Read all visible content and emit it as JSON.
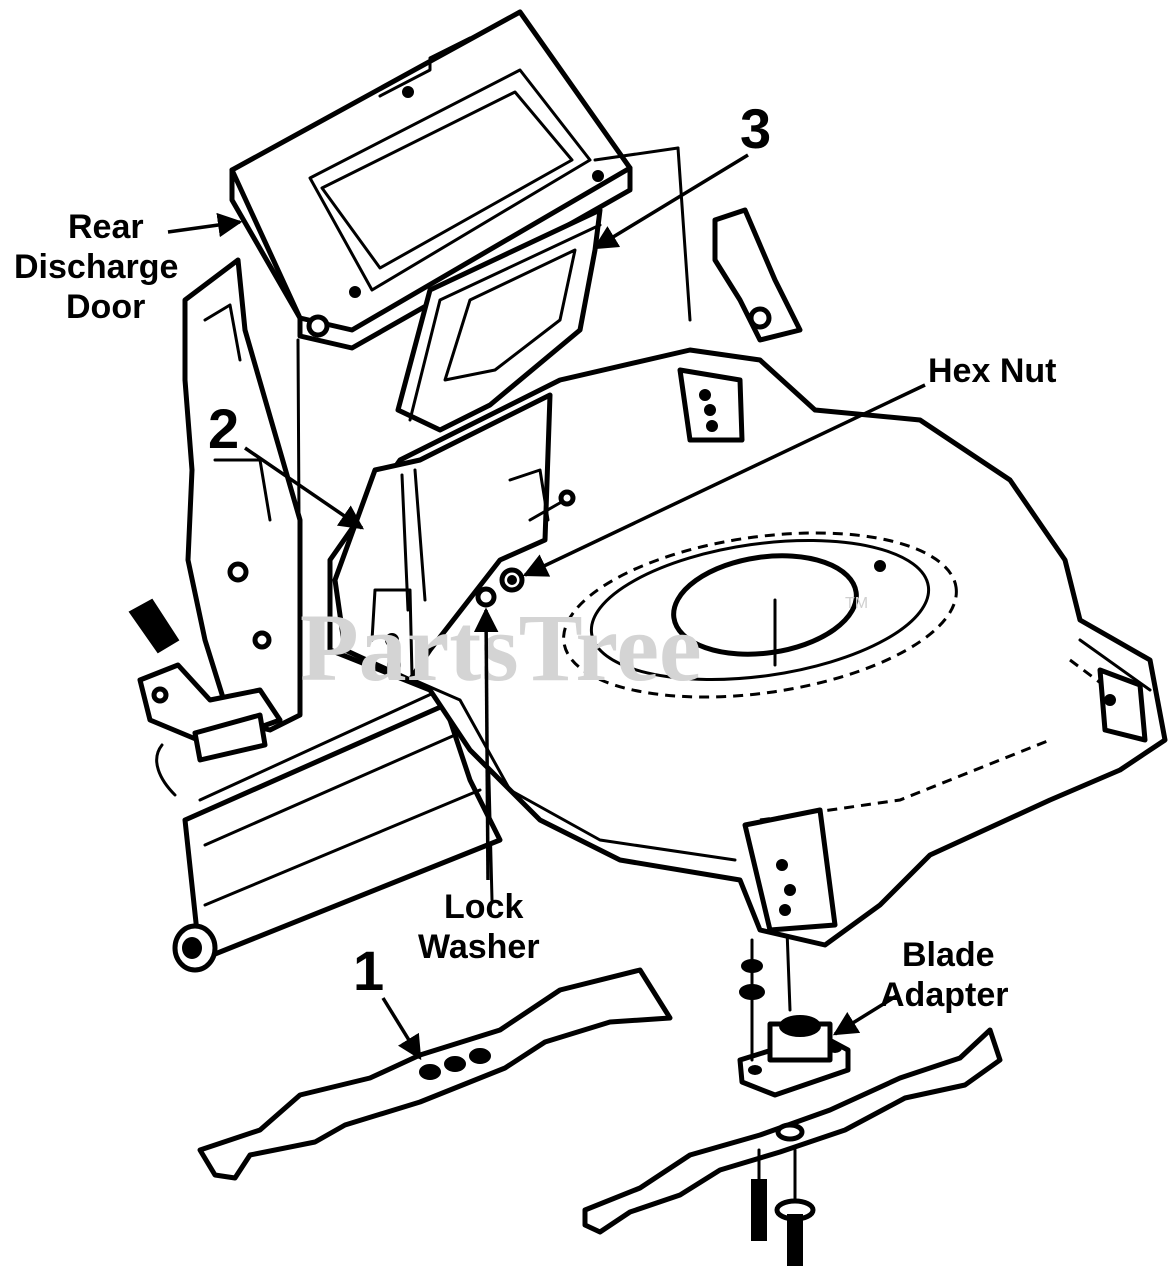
{
  "labels": {
    "rear_discharge_door": [
      "Rear",
      "Discharge",
      "Door"
    ],
    "callout_3": "3",
    "callout_2": "2",
    "callout_1": "1",
    "hex_nut": "Hex Nut",
    "lock_washer": [
      "Lock",
      "Washer"
    ],
    "blade_adapter": [
      "Blade",
      "Adapter"
    ]
  },
  "watermark": {
    "text": "PartsTree",
    "tm": "TM"
  }
}
